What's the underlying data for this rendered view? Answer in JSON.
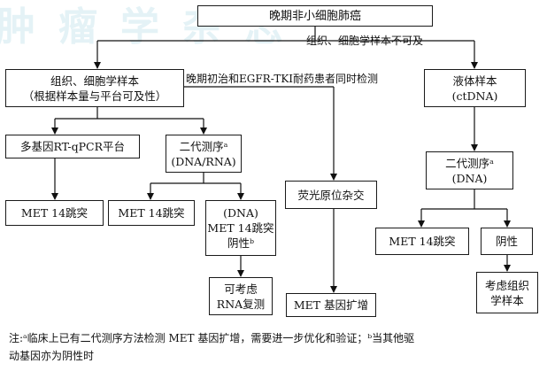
{
  "watermark": "肿瘤学杂志",
  "nodes": {
    "root": "晚期非小细胞肺癌",
    "tissue_l1": "组织、细胞学样本",
    "tissue_l2": "（根据样本量与平台可及性）",
    "rtpcr": "多基因RT-qPCR平台",
    "ngs_dna_rna_l1": "二代测序ᵃ",
    "ngs_dna_rna_l2": "(DNA/RNA)",
    "met_a": "MET 14跳突",
    "met_b": "MET 14跳突",
    "dna_neg_l1": "(DNA)",
    "dna_neg_l2": "MET 14跳突",
    "dna_neg_l3": "阴性ᵇ",
    "rna_retest_l1": "可考虑",
    "rna_retest_l2": "RNA复测",
    "fish": "荧光原位杂交",
    "met_amp": "MET 基因扩增",
    "liquid_l1": "液体样本",
    "liquid_l2": "(ctDNA)",
    "ngs_dna_l1": "二代测序ᵃ",
    "ngs_dna_l2": "(DNA)",
    "met_c": "MET 14跳突",
    "negative": "阴性",
    "consider_tissue_l1": "考虑组织",
    "consider_tissue_l2": "学样本"
  },
  "edge_labels": {
    "no_tissue": "组织、细胞学样本不可及",
    "initial_egfr": "晚期初治和EGFR-TKI耐药患者同时检测"
  },
  "footnote": {
    "line1": "注:ᵃ临床上已有二代测序方法检测 MET 基因扩增，需要进一步优化和验证；ᵇ当其他驱",
    "line2": "动基因亦为阴性时"
  }
}
